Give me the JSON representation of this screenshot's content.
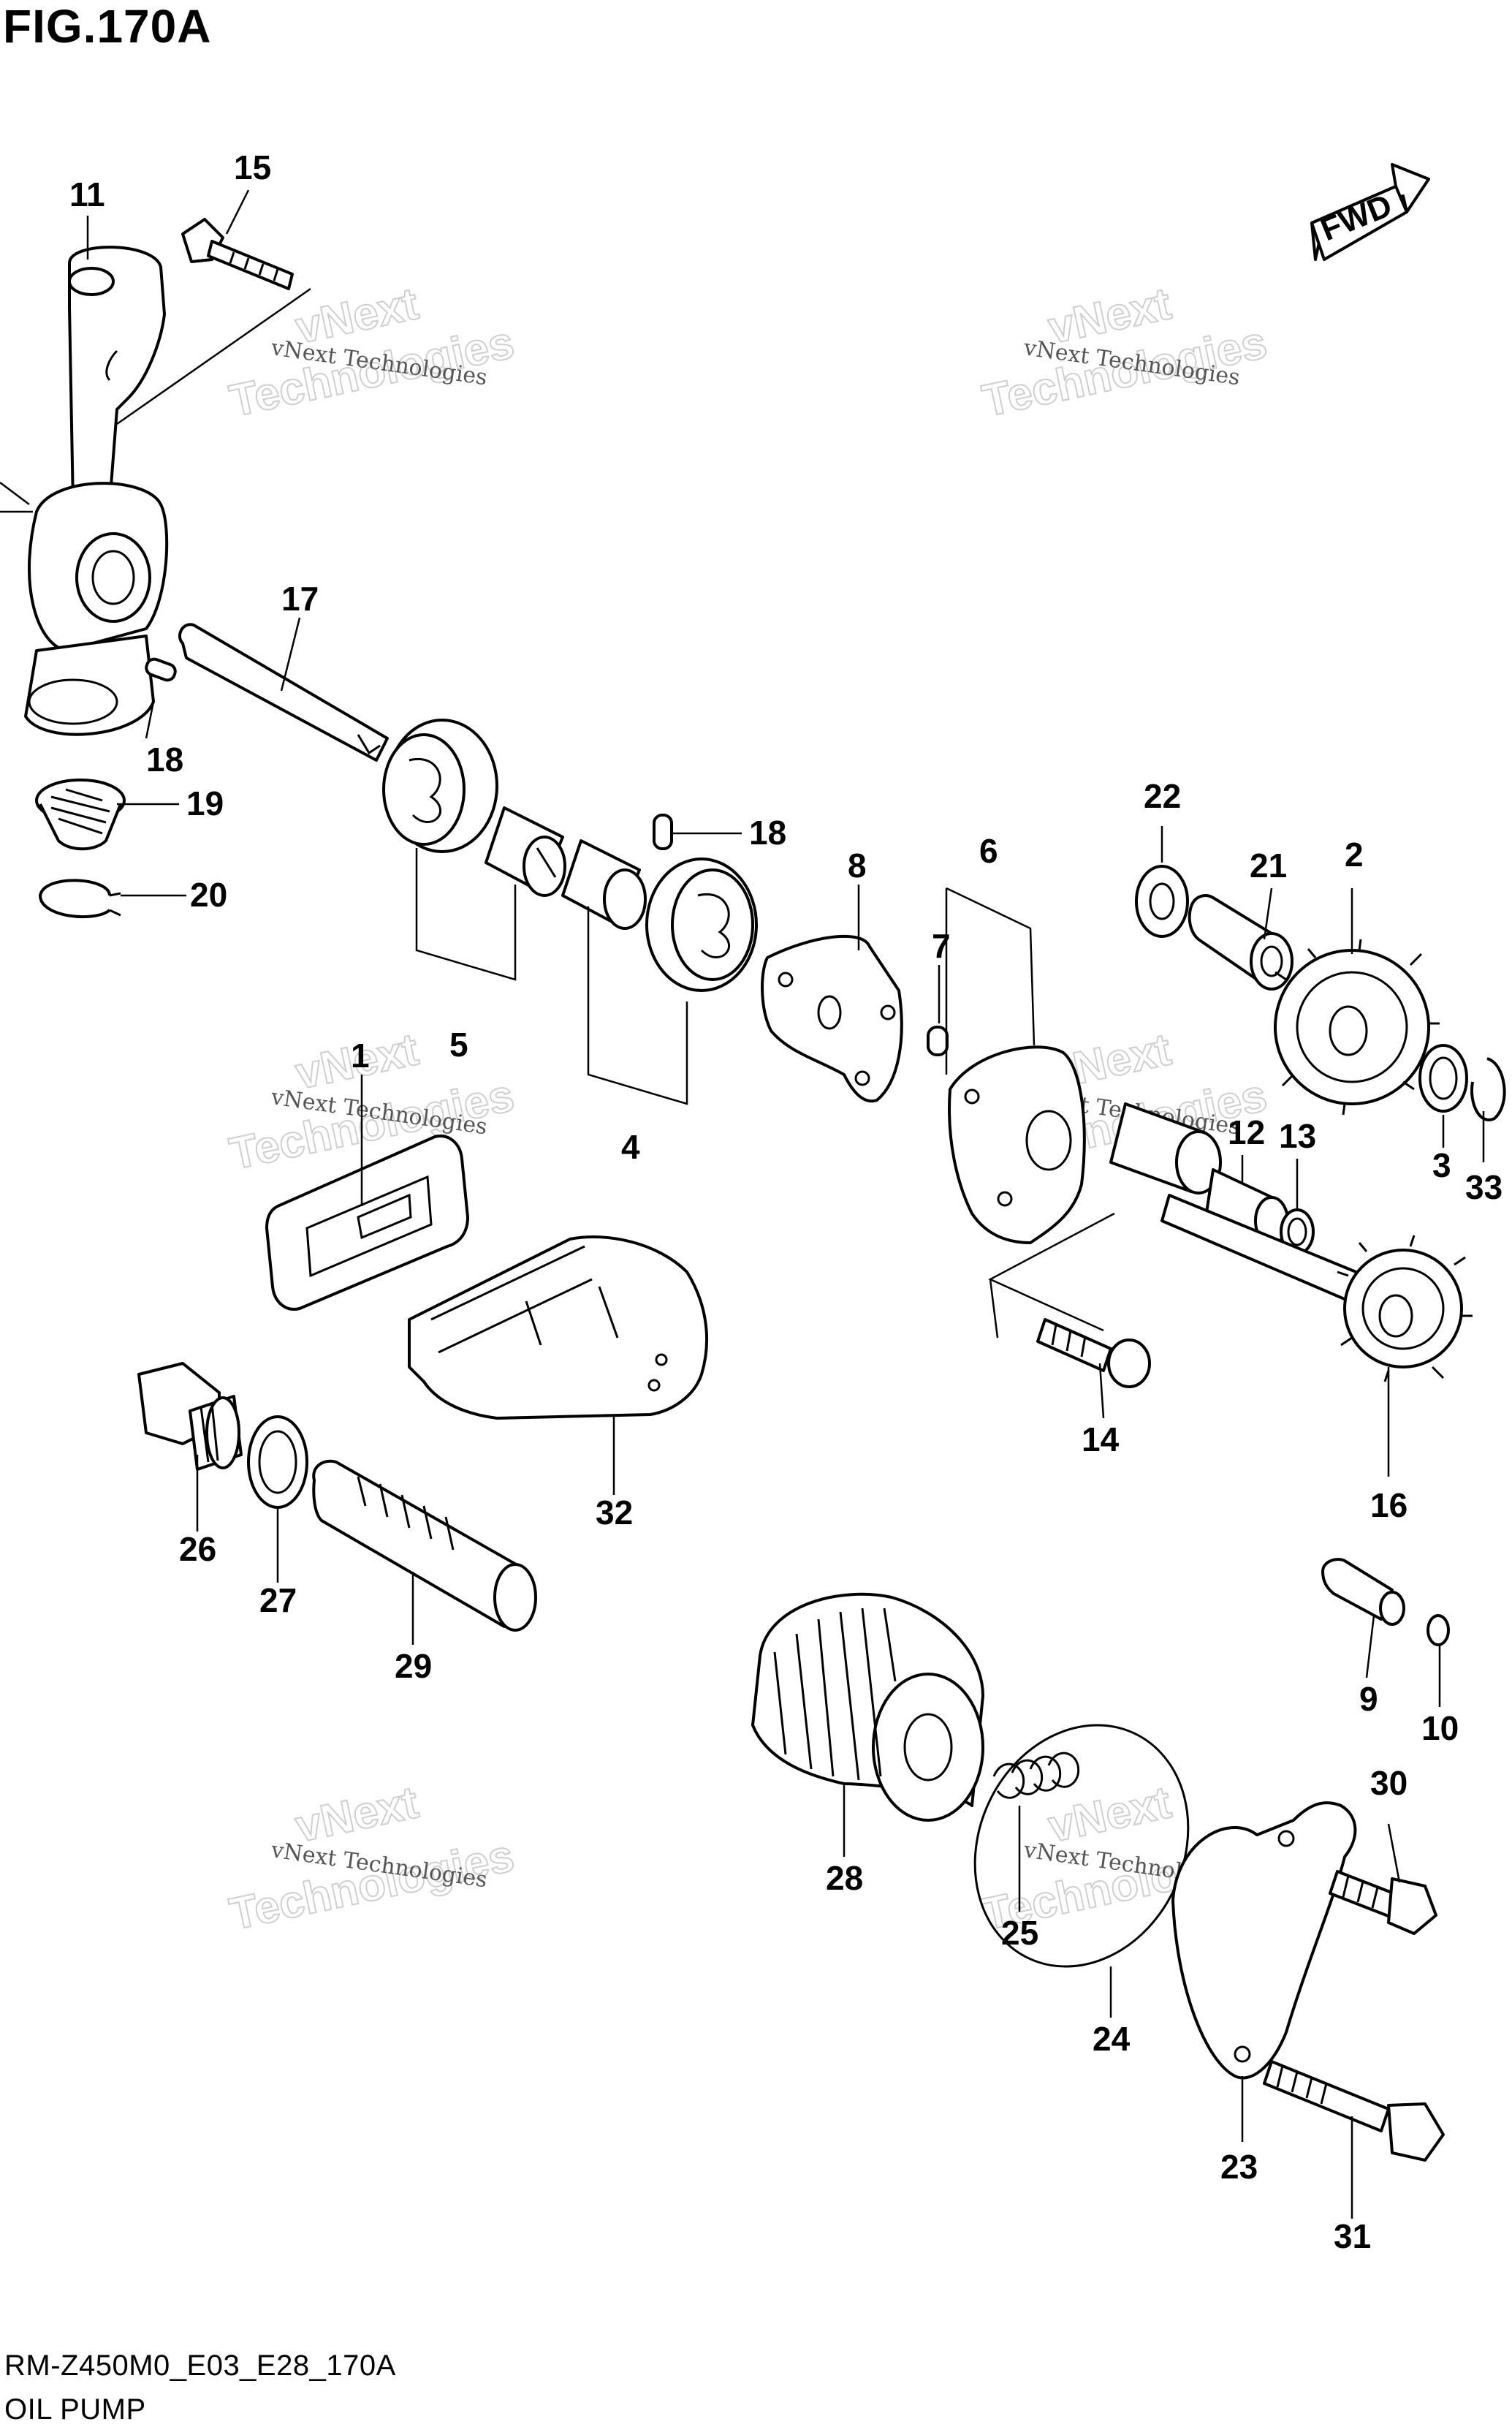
{
  "figure": {
    "title": "FIG.170A"
  },
  "fwd_label": "FWD",
  "footer": {
    "code": "RM-Z450M0_E03_E28_170A",
    "name": "OIL PUMP"
  },
  "watermark": {
    "line1": "vNext",
    "line2": "vNext Technologies",
    "line3": "Technologies"
  },
  "callouts": {
    "c1": "1",
    "c2": "2",
    "c3": "3",
    "c4": "4",
    "c5": "5",
    "c6": "6",
    "c7": "7",
    "c8": "8",
    "c9": "9",
    "c10": "10",
    "c11": "11",
    "c12": "12",
    "c13": "13",
    "c14": "14",
    "c15": "15",
    "c16": "16",
    "c17": "17",
    "c18a": "18",
    "c18b": "18",
    "c19": "19",
    "c20": "20",
    "c21": "21",
    "c22": "22",
    "c23": "23",
    "c24": "24",
    "c25": "25",
    "c26": "26",
    "c27": "27",
    "c28": "28",
    "c29": "29",
    "c30": "30",
    "c31": "31",
    "c32": "32",
    "c33": "33"
  }
}
